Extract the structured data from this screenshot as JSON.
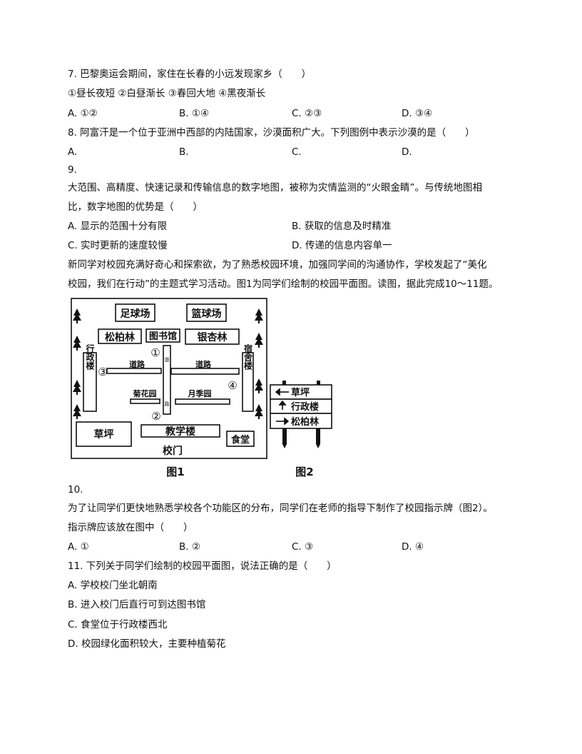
{
  "q7": {
    "stem": "7. 巴黎奥运会期间，家住在长春的小远发现家乡（　　）",
    "items": "①昼长夜短 ②白昼渐长 ③春回大地 ④黑夜渐长",
    "options": [
      "A. ①②",
      "B. ①④",
      "C. ②③",
      "D. ③④"
    ]
  },
  "q8": {
    "stem": "8. 阿富汗是一个位于亚洲中西部的内陆国家，沙漠面积广大。下列图例中表示沙漠的是（　　）",
    "options": [
      "A.",
      "B.",
      "C.",
      "D."
    ]
  },
  "q9": {
    "number": "9.",
    "stem_line1": "大范围、高精度、快速记录和传输信息的数字地图，被称为灾情监测的“火眼金睛”。与传统地图相",
    "stem_line2": "比，数字地图的优势是（　　）",
    "options": [
      "A. 显示的范围十分有限",
      "B. 获取的信息及时精准",
      "C. 实时更新的速度较慢",
      "D. 传递的信息内容单一"
    ]
  },
  "intro": {
    "line1": "新同学对校园充满好奇心和探索欲，为了熟悉校园环境，加强同学间的沟通协作，学校发起了“美化",
    "line2": "校园，我们在行动”的主题式学习活动。图1为同学们绘制的校园平面图。读图，据此完成10～11题。"
  },
  "map": {
    "football": "足球场",
    "basketball": "篮球场",
    "pine_forest": "松柏林",
    "library": "图书馆",
    "ginkgo": "银杏林",
    "admin_building": "行政楼",
    "dormitory": "宿舍楼",
    "road_left": "道路",
    "road_right": "道路",
    "chrysanthemum": "菊花园",
    "rose_garden": "月季园",
    "lawn": "草坪",
    "teaching_building": "教学楼",
    "canteen": "食堂",
    "school_gate": "校门",
    "marker_1": "①",
    "marker_2": "②",
    "marker_3": "③",
    "marker_4": "④",
    "vroad_top": "道",
    "vroad_bottom": "路",
    "caption": "图1"
  },
  "sign": {
    "row1": "草坪",
    "row2": "行政楼",
    "row3": "松柏林",
    "caption": "图2"
  },
  "q10": {
    "number": "10.",
    "stem_line1": "为了让同学们更快地熟悉学校各个功能区的分布，同学们在老师的指导下制作了校园指示牌（图2）。",
    "stem_line2": "指示牌应该放在图中（　　）",
    "options": [
      "A. ①",
      "B. ②",
      "C. ③",
      "D. ④"
    ]
  },
  "q11": {
    "stem": "11. 下列关于同学们绘制的校园平面图，说法正确的是（　　）",
    "options": [
      "A. 学校校门坐北朝南",
      "B. 进入校门后直行可到达图书馆",
      "C. 食堂位于行政楼西北",
      "D. 校园绿化面积较大，主要种植菊花"
    ]
  }
}
